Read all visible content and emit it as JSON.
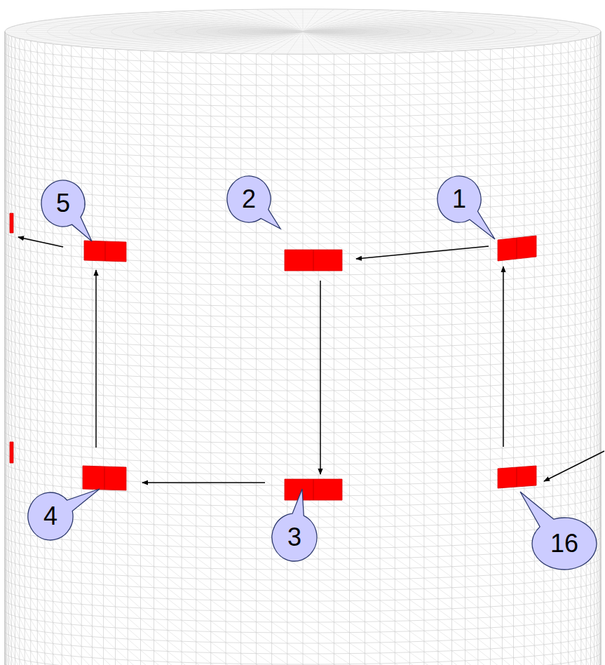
{
  "diagram": {
    "nodes": [
      {
        "text": [
          "5"
        ]
      },
      {
        "text": [
          "2"
        ]
      },
      {
        "text": [
          "1"
        ]
      },
      {
        "text": [
          "4"
        ]
      },
      {
        "text": [
          "3"
        ]
      },
      {
        "text": [
          "16"
        ]
      }
    ]
  }
}
